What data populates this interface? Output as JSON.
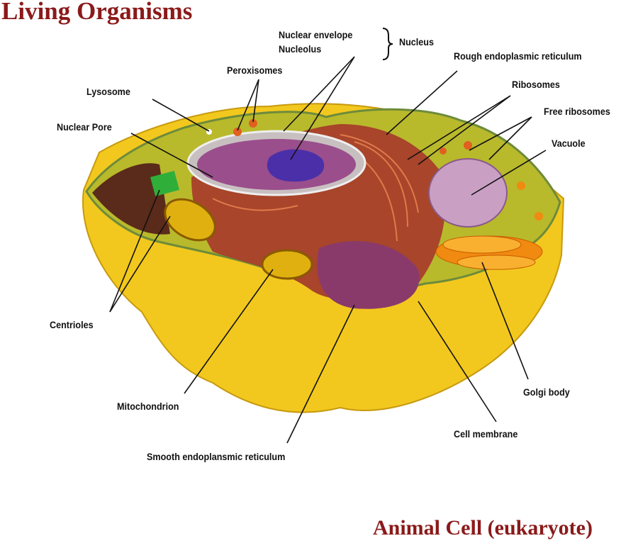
{
  "title": "Living Organisms",
  "subtitle": "Animal Cell (eukaryote)",
  "labels": {
    "nuclear_envelope": "Nuclear envelope",
    "nucleolus": "Nucleolus",
    "nucleus": "Nucleus",
    "rough_er": "Rough endoplasmic reticulum",
    "peroxisomes": "Peroxisomes",
    "ribosomes": "Ribosomes",
    "lysosome": "Lysosome",
    "free_ribosomes": "Free ribosomes",
    "nuclear_pore": "Nuclear Pore",
    "vacuole": "Vacuole",
    "centrioles": "Centrioles",
    "golgi": "Golgi body",
    "mitochondrion": "Mitochondrion",
    "cell_membrane": "Cell membrane",
    "smooth_er": "Smooth endoplansmic reticulum"
  },
  "colors": {
    "title": "#8b1a1a",
    "cytoplasm": "#f2c81e",
    "rim": "#b9b92c",
    "nucleus": "#9a4e8c",
    "nucleolus": "#4b2fa8",
    "er": "#a8452a",
    "vacuole": "#c9a0c4",
    "golgi": "#f08a10",
    "centriole": "#2fae3a"
  }
}
